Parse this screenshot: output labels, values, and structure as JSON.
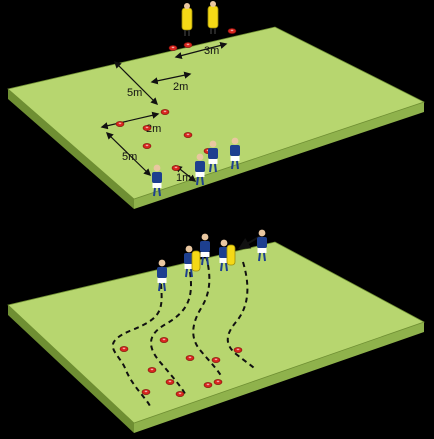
{
  "colors": {
    "background": "#000000",
    "pitch_top": "#b7d66f",
    "pitch_side": "#8fb24c",
    "pitch_edge": "#6f8f33",
    "cone": "#d7261e",
    "player_shirt": "#1d3f8f",
    "player_shorts": "#ffffff",
    "tackle_pad": "#f5d916",
    "route_line": "#111111"
  },
  "top_diagram": {
    "measurements": [
      {
        "id": "pads-width",
        "text": "3m"
      },
      {
        "id": "diag-upper",
        "text": "5m"
      },
      {
        "id": "step-upper",
        "text": "2m"
      },
      {
        "id": "step-lower",
        "text": "2m"
      },
      {
        "id": "diag-lower",
        "text": "5m"
      },
      {
        "id": "start-gap",
        "text": "1m"
      }
    ],
    "icons": {
      "pitch": "grass-pitch",
      "cone": "cone-marker",
      "player": "rugby-player",
      "pad": "tackle-pad"
    }
  },
  "bottom_diagram": {
    "icons": {
      "pitch": "grass-pitch",
      "cone": "cone-marker",
      "player": "rugby-player",
      "pad": "tackle-pad",
      "route": "dashed-running-line",
      "arrow": "movement-arrow"
    }
  }
}
